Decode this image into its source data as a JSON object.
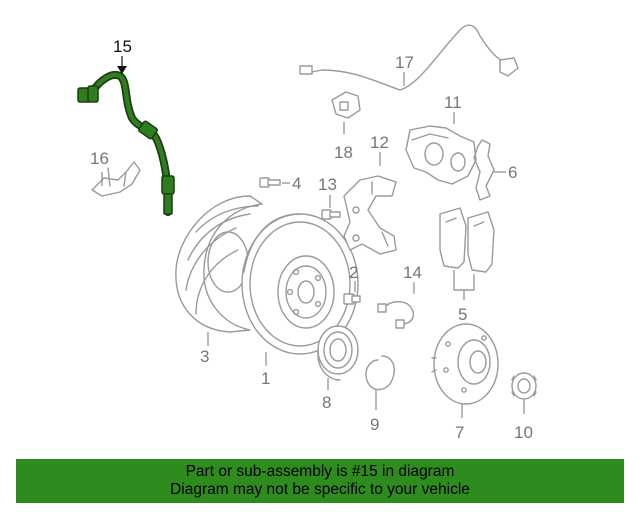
{
  "diagram": {
    "highlighted_part": "15",
    "highlight_color": "#2e7d1e",
    "part_color": "#9a9a9a",
    "callouts": {
      "c1": "1",
      "c2": "2",
      "c3": "3",
      "c4": "4",
      "c5": "5",
      "c6": "6",
      "c7": "7",
      "c8": "8",
      "c9": "9",
      "c10": "10",
      "c11": "11",
      "c12": "12",
      "c13": "13",
      "c14": "14",
      "c15": "15",
      "c16": "16",
      "c17": "17",
      "c18": "18"
    }
  },
  "banner": {
    "line1": "Part or sub-assembly is #15 in diagram",
    "line2": "Diagram may not be specific to your vehicle",
    "color": "#2e8b1e"
  }
}
